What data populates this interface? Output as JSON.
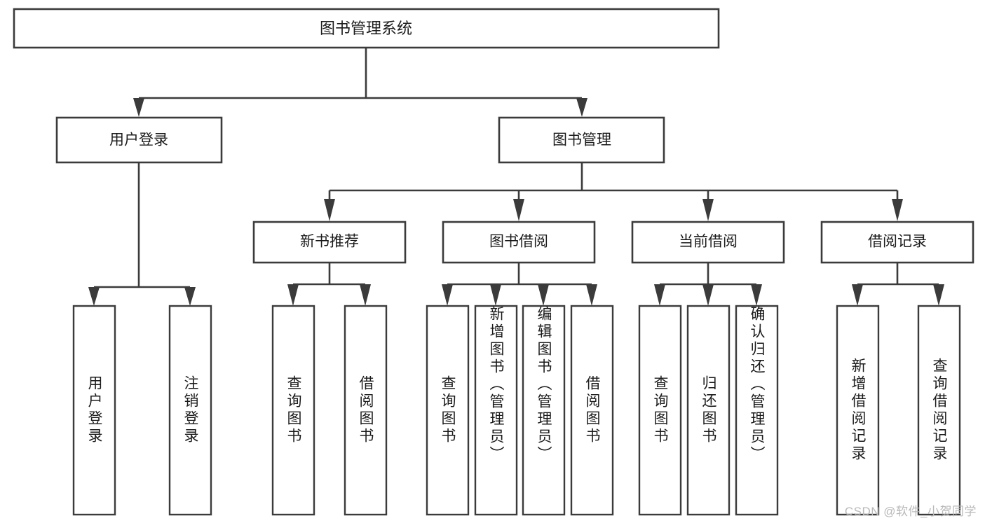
{
  "diagram": {
    "type": "hierarchy-tree",
    "title_node": {
      "label": "图书管理系统"
    },
    "level2": [
      {
        "label": "用户登录"
      },
      {
        "label": "图书管理"
      }
    ],
    "level3": [
      {
        "label": "新书推荐"
      },
      {
        "label": "图书借阅"
      },
      {
        "label": "当前借阅"
      },
      {
        "label": "借阅记录"
      }
    ],
    "leaves": {
      "user_login": [
        {
          "label": "用户登录"
        },
        {
          "label": "注销登录"
        }
      ],
      "new_book_recommend": [
        {
          "label": "查询图书"
        },
        {
          "label": "借阅图书"
        }
      ],
      "book_borrow": [
        {
          "label": "查询图书"
        },
        {
          "label": "新增图书（管理员）"
        },
        {
          "label": "编辑图书（管理员）"
        },
        {
          "label": "借阅图书"
        }
      ],
      "current_borrow": [
        {
          "label": "查询图书"
        },
        {
          "label": "归还图书"
        },
        {
          "label": "确认归还（管理员）"
        }
      ],
      "borrow_record": [
        {
          "label": "新增借阅记录"
        },
        {
          "label": "查询借阅记录"
        }
      ]
    }
  },
  "watermark": {
    "text": "CSDN @软件_小贺同学"
  },
  "colors": {
    "stroke": "#3b3b3b",
    "text": "#1b1b1b",
    "background": "#ffffff",
    "watermark": "#b9b9b9"
  }
}
